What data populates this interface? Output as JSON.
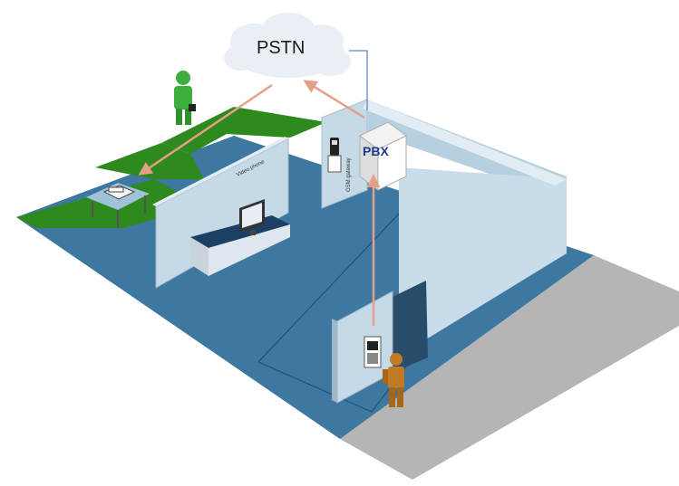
{
  "diagram": {
    "cloud_label": "PSTN",
    "pbx_label": "PBX",
    "gsm_gateway_label": "GSM gateway",
    "reception_label": "Video phone",
    "arrows": [
      {
        "from": "door-intercom",
        "to": "pbx"
      },
      {
        "from": "pbx",
        "to": "pstn"
      },
      {
        "from": "pstn",
        "to": "remote-telephone"
      }
    ],
    "colors": {
      "floor": "#3e77a0",
      "grass": "#2f8a1e",
      "wall": "#c5d9e6",
      "road": "#b5b5b5",
      "arrow": "#e4a088",
      "cloud": "#e9eff5",
      "remote_person": "#3cae3c",
      "visitor_person": "#c27a24"
    },
    "icons": [
      "cloud-icon",
      "telephone-icon",
      "monitor-icon",
      "mobile-phone-icon",
      "intercom-icon",
      "person-icon"
    ]
  }
}
